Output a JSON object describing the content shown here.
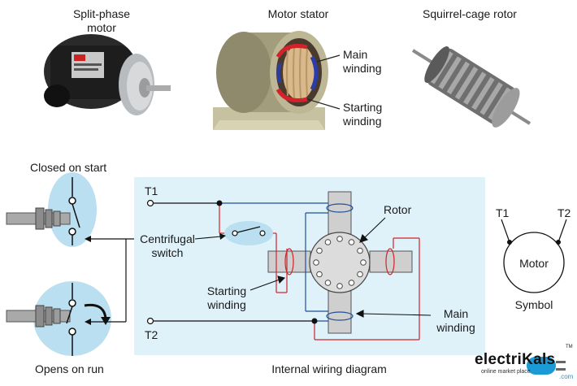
{
  "photos": {
    "motor_title": "Split-phase motor",
    "stator_title": "Motor stator",
    "rotor_title": "Squirrel-cage rotor",
    "main_winding": "Main winding",
    "starting_winding": "Starting winding"
  },
  "switch_states": {
    "closed": "Closed on start",
    "open": "Opens on run"
  },
  "wiring": {
    "t1": "T1",
    "t2": "T2",
    "rotor": "Rotor",
    "centrifugal_switch": "Centrifugal switch",
    "starting_winding": "Starting winding",
    "main_winding": "Main winding",
    "caption": "Internal wiring diagram"
  },
  "symbol": {
    "t1": "T1",
    "t2": "T2",
    "motor": "Motor",
    "caption": "Symbol"
  },
  "logo": {
    "text": "electriKals",
    "com": ".com",
    "tagline": "online market place",
    "tm": "TM"
  },
  "colors": {
    "panel": "#dff1f9",
    "main_wire": "#1e4f9a",
    "start_wire": "#d2232a",
    "logo_blue": "#1c9ad6"
  }
}
